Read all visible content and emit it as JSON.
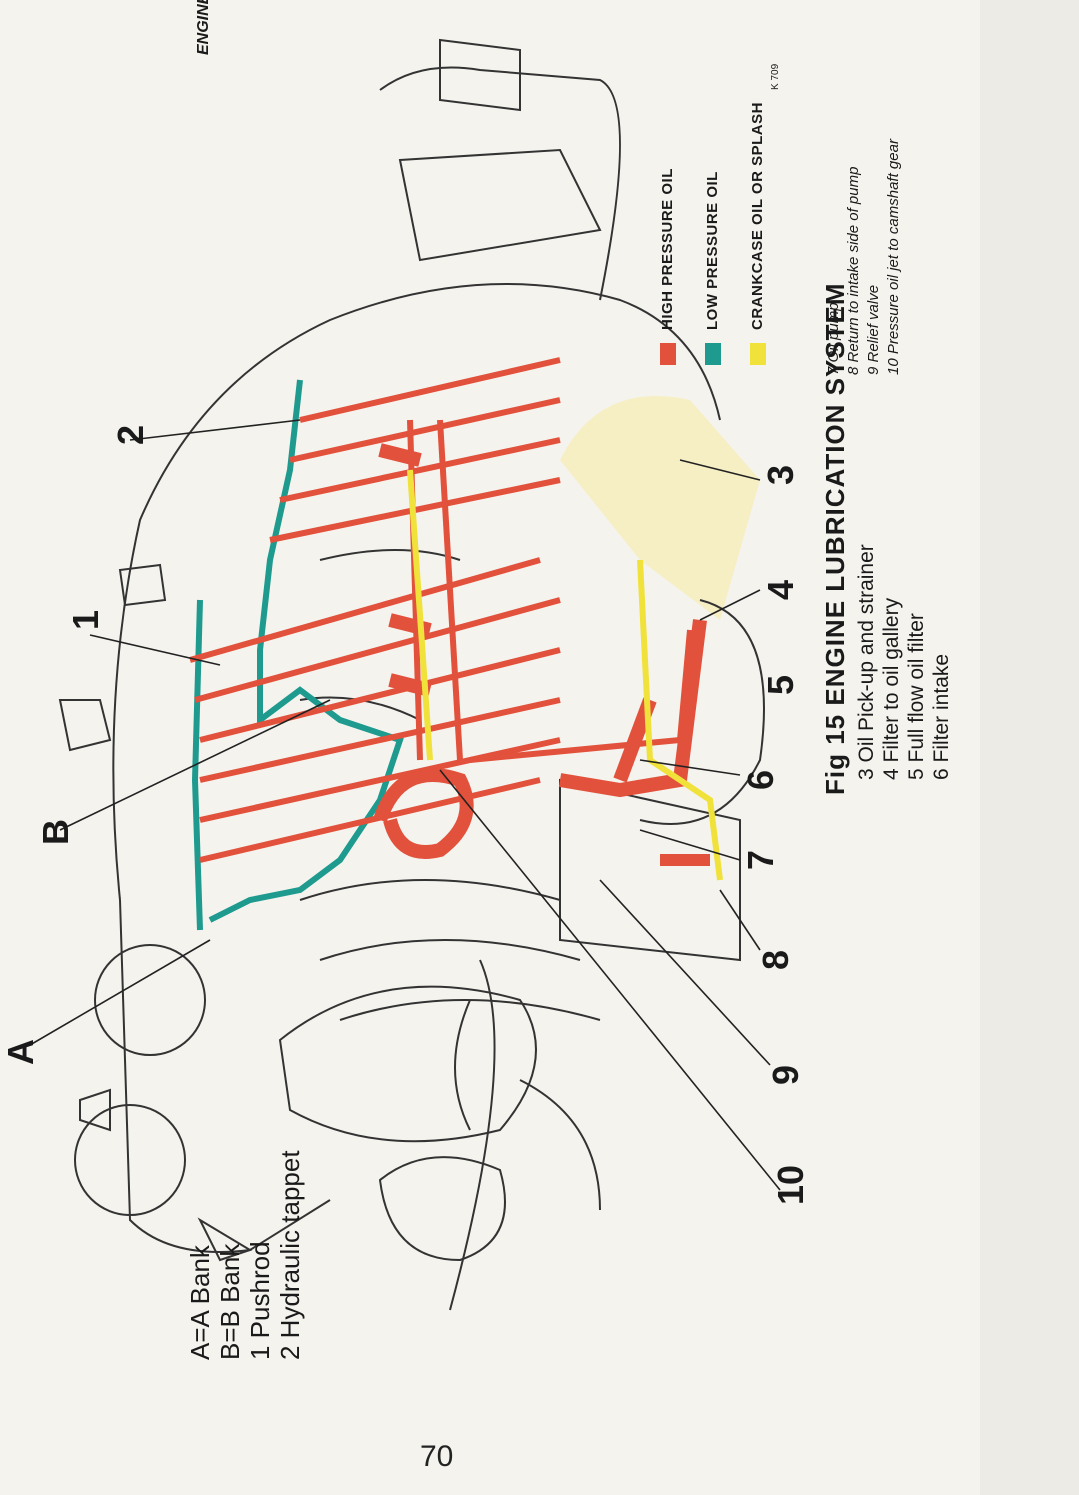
{
  "header": {
    "running_title": "ENGINE—Continued"
  },
  "page_number": "70",
  "figure": {
    "title": "Fig 15 ENGINE LUBRICATION SYSTEM",
    "code": "K 709",
    "legend": [
      {
        "label": "HIGH PRESSURE OIL",
        "color": "#e2513b"
      },
      {
        "label": "LOW PRESSURE OIL",
        "color": "#1e9a8e"
      },
      {
        "label": "CRANKCASE OIL OR SPLASH",
        "color": "#f0e23a"
      }
    ],
    "callouts": [
      "A",
      "B",
      "1",
      "2",
      "3",
      "4",
      "5",
      "6",
      "7",
      "8",
      "9",
      "10"
    ],
    "caption_items": [
      "3 Oil Pick-up and strainer",
      "4 Filter to oil gallery",
      "5 Full flow oil filter",
      "6 Filter intake"
    ],
    "side_items": [
      "7 Oil pump",
      "8 Return to intake side of pump",
      "9 Relief valve",
      "10 Pressure oil jet to camshaft gear"
    ],
    "key_items": [
      "A=A Bank",
      "B=B Bank",
      "1 Pushrod",
      "2 Hydraulic tappet"
    ]
  },
  "colors": {
    "high": "#e2513b",
    "low": "#1e9a8e",
    "splash": "#f0e23a",
    "splash_fill": "#f6efc4",
    "ink": "#222222"
  }
}
